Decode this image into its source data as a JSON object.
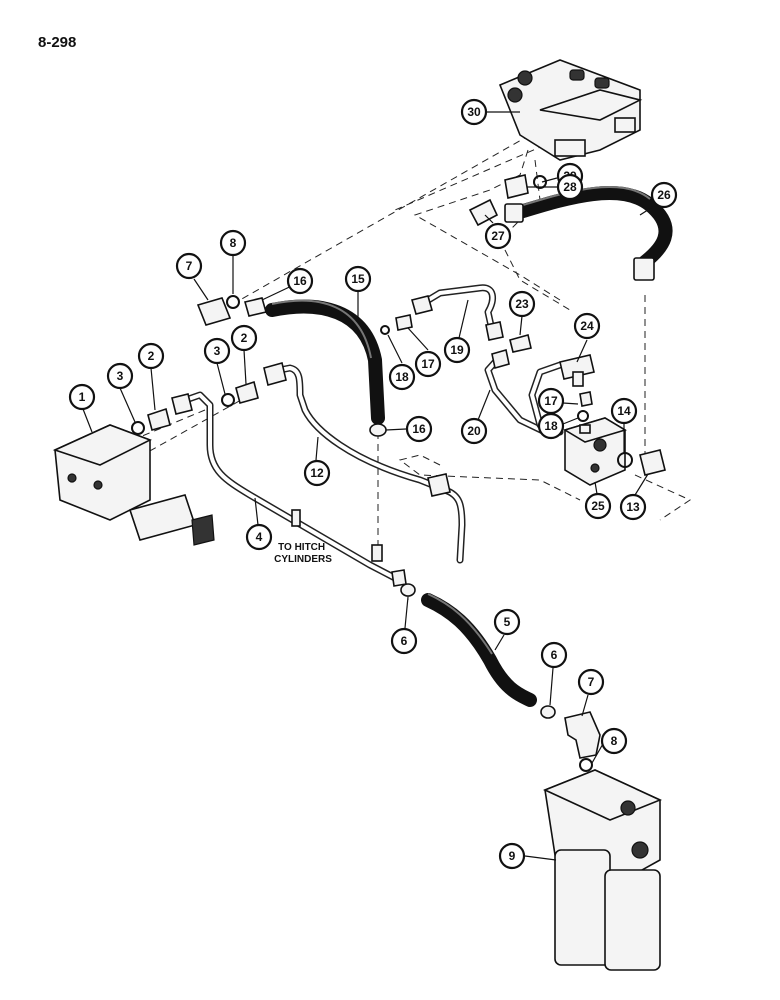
{
  "page": {
    "number": "8-298"
  },
  "annotation": {
    "line1": "TO HITCH",
    "line2": "CYLINDERS"
  },
  "callouts": [
    {
      "id": "c30",
      "label": "30"
    },
    {
      "id": "c29",
      "label": "29"
    },
    {
      "id": "c28",
      "label": "28"
    },
    {
      "id": "c26",
      "label": "26"
    },
    {
      "id": "c27",
      "label": "27"
    },
    {
      "id": "c8a",
      "label": "8"
    },
    {
      "id": "c7a",
      "label": "7"
    },
    {
      "id": "c16a",
      "label": "16"
    },
    {
      "id": "c15",
      "label": "15"
    },
    {
      "id": "c23",
      "label": "23"
    },
    {
      "id": "c24",
      "label": "24"
    },
    {
      "id": "c3a",
      "label": "3"
    },
    {
      "id": "c2a",
      "label": "2"
    },
    {
      "id": "c3b",
      "label": "3"
    },
    {
      "id": "c2b",
      "label": "2"
    },
    {
      "id": "c1",
      "label": "1"
    },
    {
      "id": "c18a",
      "label": "18"
    },
    {
      "id": "c17a",
      "label": "17"
    },
    {
      "id": "c19",
      "label": "19"
    },
    {
      "id": "c17b",
      "label": "17"
    },
    {
      "id": "c18b",
      "label": "18"
    },
    {
      "id": "c20",
      "label": "20"
    },
    {
      "id": "c14",
      "label": "14"
    },
    {
      "id": "c16b",
      "label": "16"
    },
    {
      "id": "c12",
      "label": "12"
    },
    {
      "id": "c25",
      "label": "25"
    },
    {
      "id": "c13",
      "label": "13"
    },
    {
      "id": "c4",
      "label": "4"
    },
    {
      "id": "c5",
      "label": "5"
    },
    {
      "id": "c6a",
      "label": "6"
    },
    {
      "id": "c6b",
      "label": "6"
    },
    {
      "id": "c7b",
      "label": "7"
    },
    {
      "id": "c8b",
      "label": "8"
    },
    {
      "id": "c9",
      "label": "9"
    }
  ]
}
